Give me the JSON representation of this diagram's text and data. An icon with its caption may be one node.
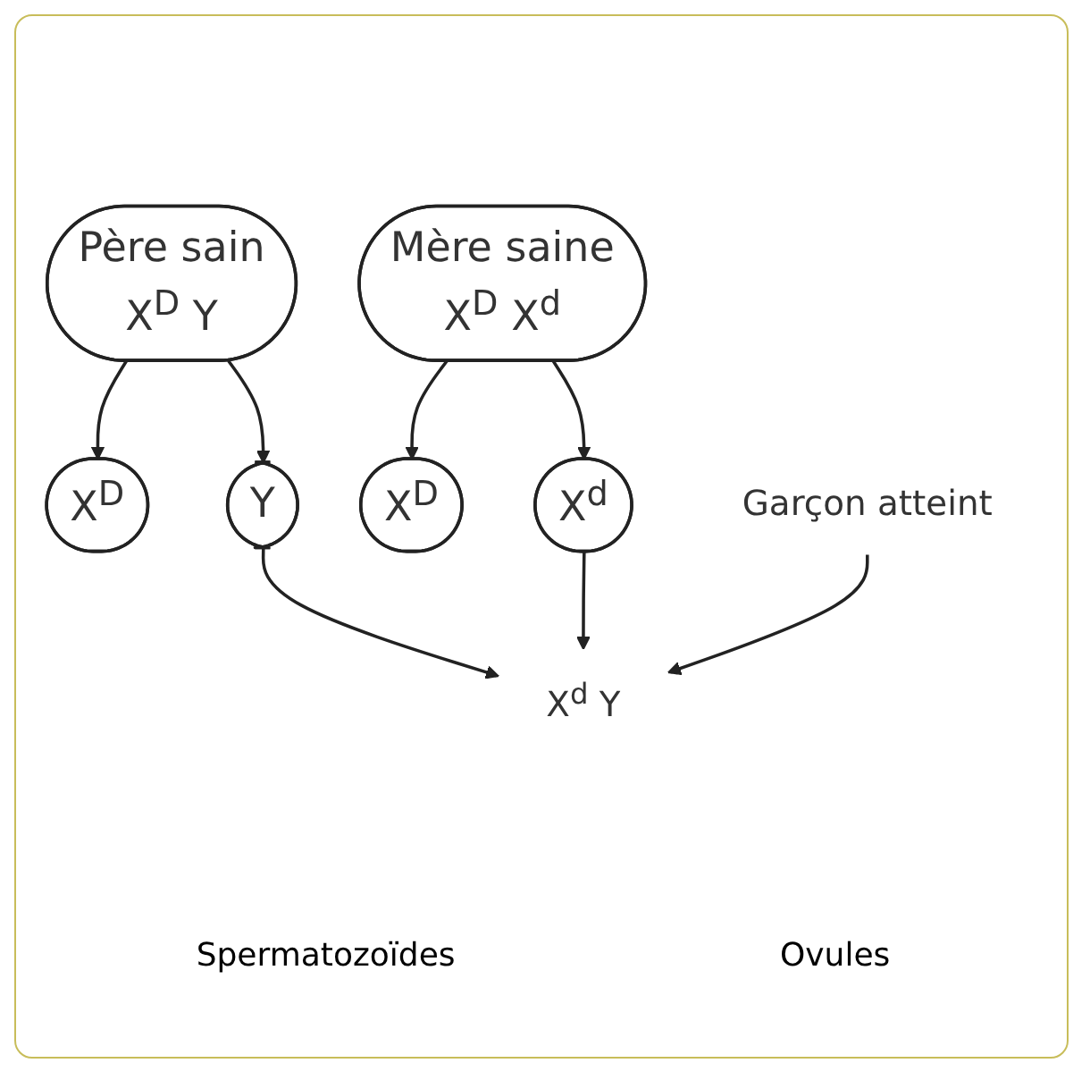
{
  "diagram": {
    "nodes": [
      {
        "text": [
          "Père sain",
          "X$^{D}$ Y"
        ]
      },
      {
        "text": [
          "Mère saine",
          "X$^{D}$ X$^{d}$"
        ]
      },
      {
        "text": [
          "X$^{D}$"
        ]
      },
      {
        "text": [
          "Y"
        ]
      },
      {
        "text": [
          "X$^{D}$"
        ]
      },
      {
        "text": [
          "X$^{d}$"
        ]
      },
      {
        "text": [
          "X$^{d}$ Y"
        ]
      },
      {
        "text": [
          "Garçon atteint"
        ]
      }
    ],
    "edges": [
      {
        "from": 0,
        "to": 2,
        "arrow": "to"
      },
      {
        "from": 0,
        "to": 3,
        "arrow": "to"
      },
      {
        "from": 1,
        "to": 4,
        "arrow": "to"
      },
      {
        "from": 1,
        "to": 5,
        "arrow": "to"
      },
      {
        "from": 3,
        "to": 6,
        "arrow": "to"
      },
      {
        "from": 5,
        "to": 6,
        "arrow": "to"
      },
      {
        "from": 7,
        "to": 6,
        "arrow": "to"
      }
    ],
    "labels": [
      "Spermatozoïdes",
      "Ovules"
    ]
  }
}
